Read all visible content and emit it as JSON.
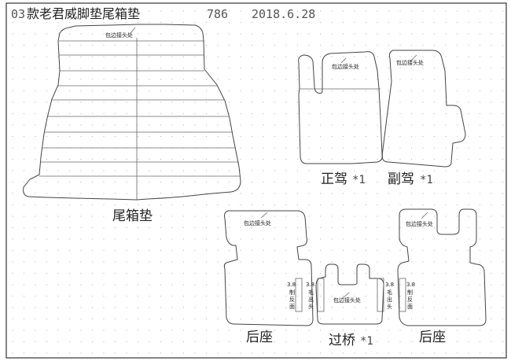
{
  "header": {
    "prefix": "03",
    "title": "款老君威脚垫尾箱垫",
    "code": "786",
    "date": "2018.6.28"
  },
  "notes": {
    "edge_joint": "包边接头处"
  },
  "labels": {
    "trunk_mat": "尾箱垫",
    "driver": "正驾",
    "passenger": "副驾",
    "rear_left": "后座",
    "rear_right": "后座",
    "middle_bridge": "过桥",
    "qty": "*1"
  },
  "side_tags": {
    "size": "3.8",
    "fold_face": [
      "制",
      "反",
      "面"
    ],
    "fur_out": [
      "毛",
      "出",
      "头"
    ]
  },
  "colors": {
    "line": "#444444",
    "dot": "#b8b8b8",
    "frame": "#333333"
  }
}
